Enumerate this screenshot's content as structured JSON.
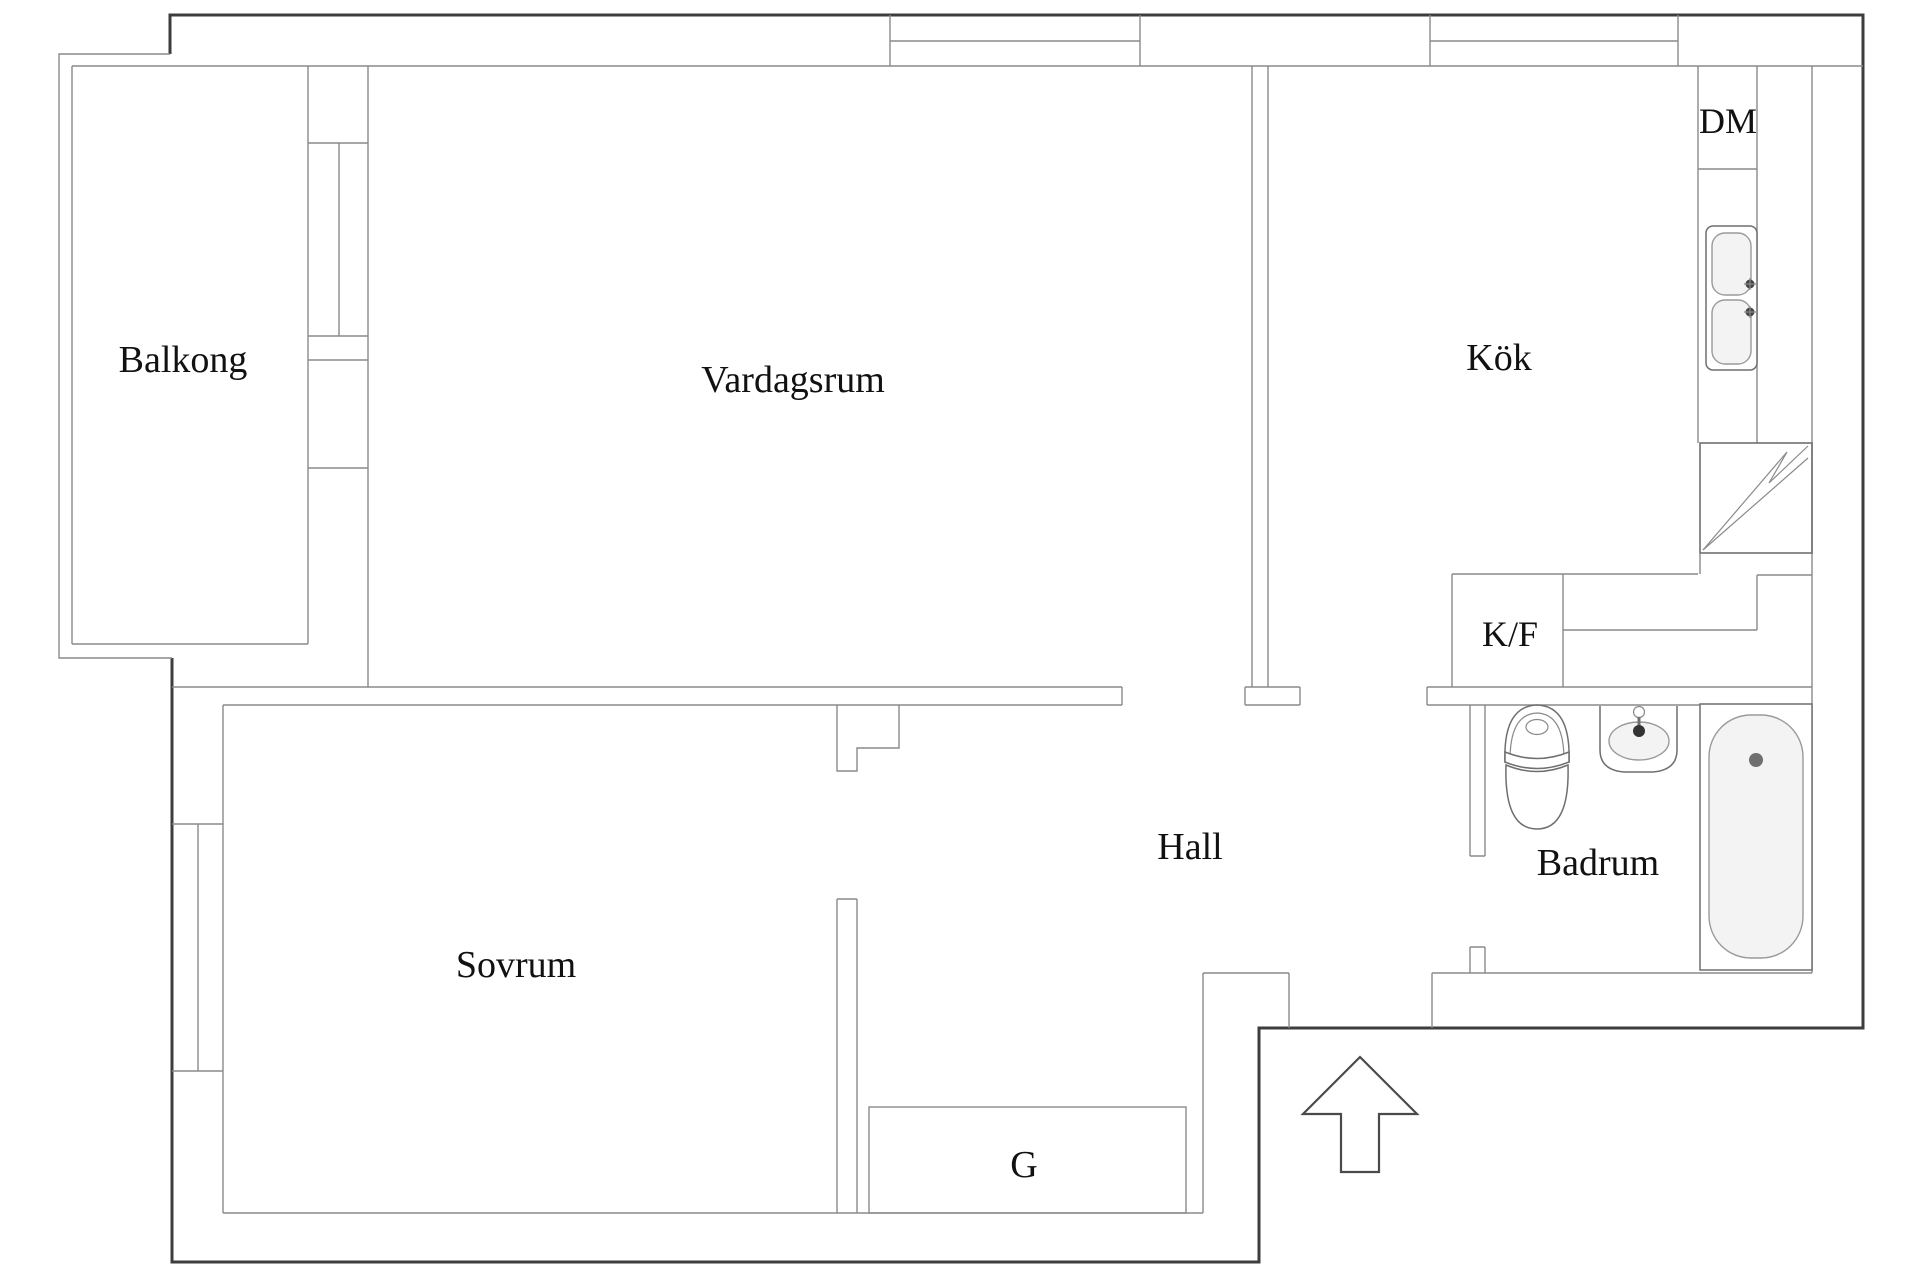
{
  "plan": {
    "type": "apartment-floor-plan",
    "rooms": {
      "balcony": "Balkong",
      "living_room": "Vardagsrum",
      "kitchen": "Kök",
      "bedroom": "Sovrum",
      "hall": "Hall",
      "bathroom": "Badrum"
    },
    "appliances": {
      "dishwasher": "DM",
      "fridge_freezer": "K/F",
      "wardrobe": "G"
    },
    "icons": [
      "kitchen-sink-icon",
      "stove-icon",
      "toilet-icon",
      "washbasin-icon",
      "bathtub-icon",
      "entrance-arrow-icon",
      "window-icon"
    ],
    "colors": {
      "background": "#ffffff",
      "wall_outer": "#3d3d3d",
      "wall_inner": "#8a8a8a",
      "fixture_fill": "#f3f3f3",
      "label": "#111111"
    }
  }
}
